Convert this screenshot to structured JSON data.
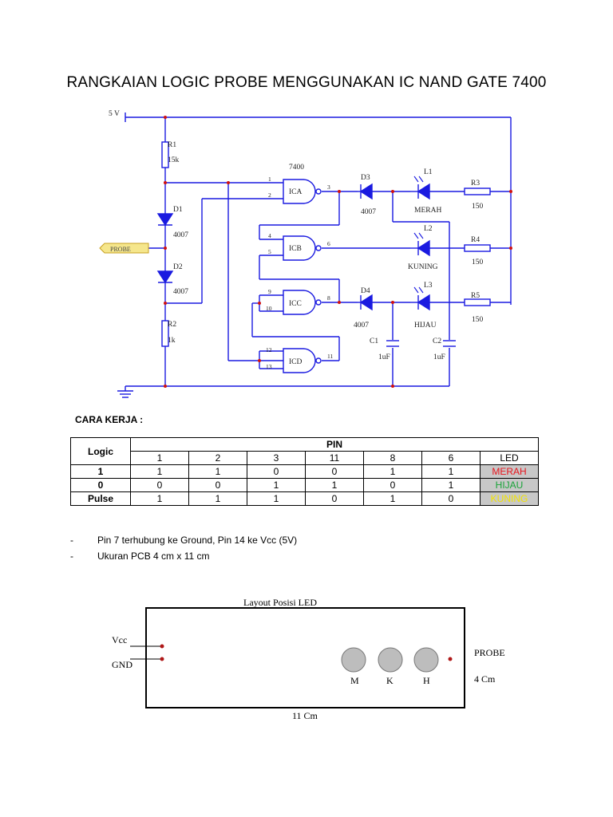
{
  "title": "RANGKAIAN LOGIC PROBE MENGGUNAKAN IC NAND GATE 7400",
  "schematic": {
    "supply_label": "5 V",
    "ic_label": "7400",
    "probe_label": "PROBE",
    "components": {
      "r1_name": "R1",
      "r1_value": "15k",
      "r2_name": "R2",
      "r2_value": "1k",
      "d1_name": "D1",
      "d1_value": "4007",
      "d2_name": "D2",
      "d2_value": "4007",
      "d3_name": "D3",
      "d3_value": "4007",
      "d4_name": "D4",
      "d4_value": "4007",
      "l1_name": "L1",
      "l1_color": "MERAH",
      "l2_name": "L2",
      "l2_color": "KUNING",
      "l3_name": "L3",
      "l3_color": "HIJAU",
      "r3_name": "R3",
      "r3_value": "150",
      "r4_name": "R4",
      "r4_value": "150",
      "r5_name": "R5",
      "r5_value": "150",
      "c1_name": "C1",
      "c1_value": "1uF",
      "c2_name": "C2",
      "c2_value": "1uF"
    },
    "gates": {
      "ica": "ICA",
      "icb": "ICB",
      "icc": "ICC",
      "icd": "ICD",
      "pins": [
        "1",
        "2",
        "3",
        "4",
        "5",
        "6",
        "9",
        "10",
        "8",
        "12",
        "13",
        "11"
      ]
    }
  },
  "cara_kerja_label": "CARA KERJA :",
  "logic_table": {
    "logic_header": "Logic",
    "pin_header": "PIN",
    "pin_columns": [
      "1",
      "2",
      "3",
      "11",
      "8",
      "6"
    ],
    "led_header": "LED",
    "rows": [
      {
        "logic": "1",
        "pins": [
          "1",
          "1",
          "0",
          "0",
          "1",
          "1"
        ],
        "led": "MERAH"
      },
      {
        "logic": "0",
        "pins": [
          "0",
          "0",
          "1",
          "1",
          "0",
          "1"
        ],
        "led": "HIJAU"
      },
      {
        "logic": "Pulse",
        "pins": [
          "1",
          "1",
          "1",
          "0",
          "1",
          "0"
        ],
        "led": "KUNING"
      }
    ],
    "led_colors": {
      "MERAH": "#e8141c",
      "HIJAU": "#19a338",
      "KUNING": "#f2e300"
    }
  },
  "notes": [
    "Pin 7 terhubung ke Ground, Pin 14 ke Vcc (5V)",
    "Ukuran PCB 4 cm x 11 cm"
  ],
  "layout_diagram": {
    "title": "Layout Posisi LED",
    "vcc_label": "Vcc",
    "gnd_label": "GND",
    "probe_label": "PROBE",
    "led_labels": [
      "M",
      "K",
      "H"
    ],
    "width_label": "11 Cm",
    "height_label": "4 Cm"
  }
}
